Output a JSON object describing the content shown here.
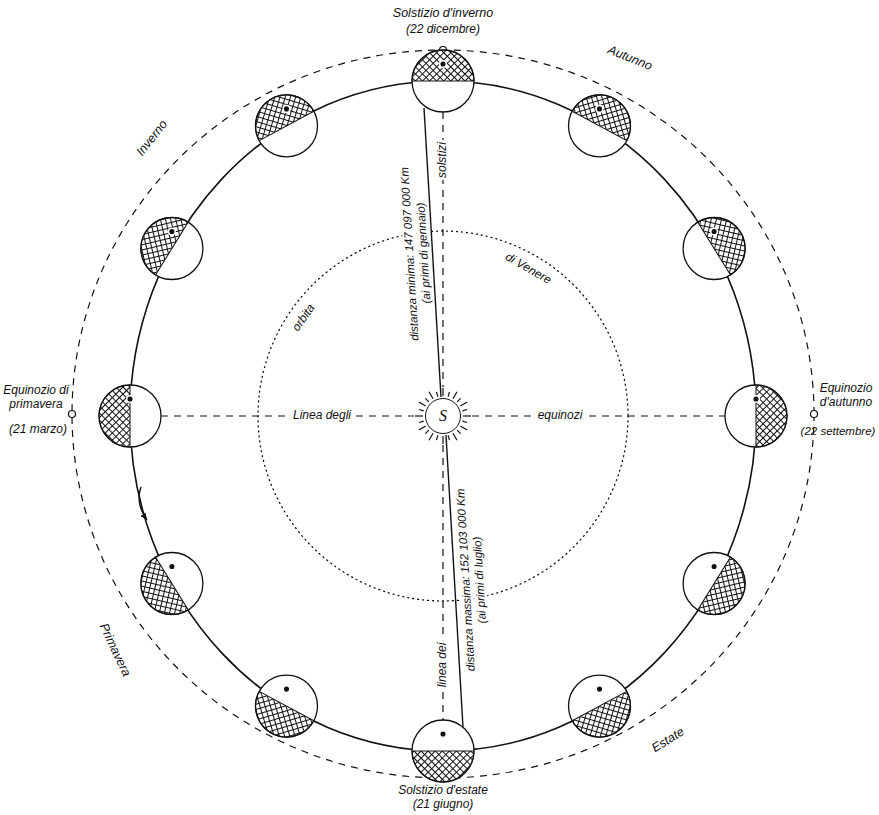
{
  "diagram": {
    "nodes": [
      {
        "text": [
          "S"
        ]
      }
    ],
    "labels": [
      "Solstizio d'inverno",
      "(22 dicembre)",
      "Inverno",
      "Autunno",
      "distanza minima: 147 097 000 Km",
      "(ai primi di gennaio)",
      "solstizi",
      "orbita",
      "di Venere",
      "Equinozio di primavera",
      "(21 marzo)",
      "Linea degli",
      "equinozi",
      "Equinozio d'autunno",
      "(22 settembre)",
      "linea dei",
      "distanza massima: 152 103 000 Km",
      "(ai primi di luglio)",
      "Primavera",
      "Estate",
      "Solstizio d'estate",
      "(21 giugno)"
    ]
  }
}
